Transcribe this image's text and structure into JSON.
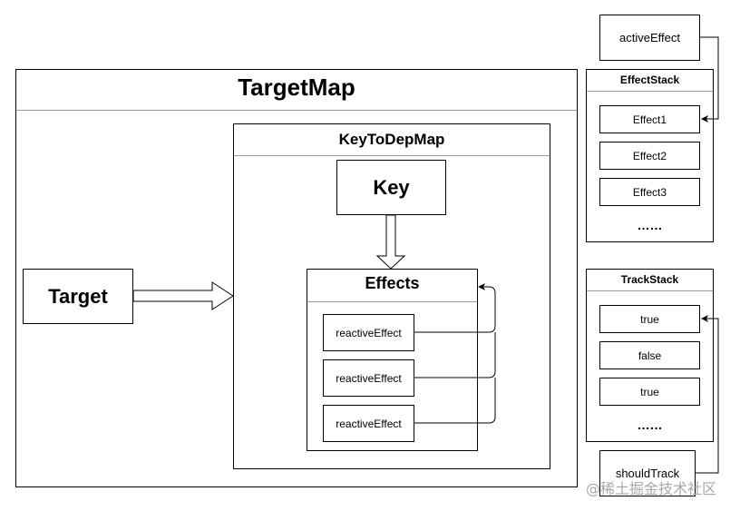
{
  "target_map": {
    "title": "TargetMap"
  },
  "key_to_dep_map": {
    "title": "KeyToDepMap"
  },
  "key": {
    "label": "Key"
  },
  "target": {
    "label": "Target"
  },
  "effects": {
    "title": "Effects",
    "items": [
      "reactiveEffect",
      "reactiveEffect",
      "reactiveEffect"
    ]
  },
  "active_effect": {
    "label": "activeEffect"
  },
  "effect_stack": {
    "title": "EffectStack",
    "items": [
      "Effect1",
      "Effect2",
      "Effect3"
    ],
    "ellipsis": "……"
  },
  "track_stack": {
    "title": "TrackStack",
    "items": [
      "true",
      "false",
      "true"
    ],
    "ellipsis": "……"
  },
  "should_track": {
    "label": "shouldTrack"
  },
  "watermark": {
    "text": "@稀土掘金技术社区"
  }
}
